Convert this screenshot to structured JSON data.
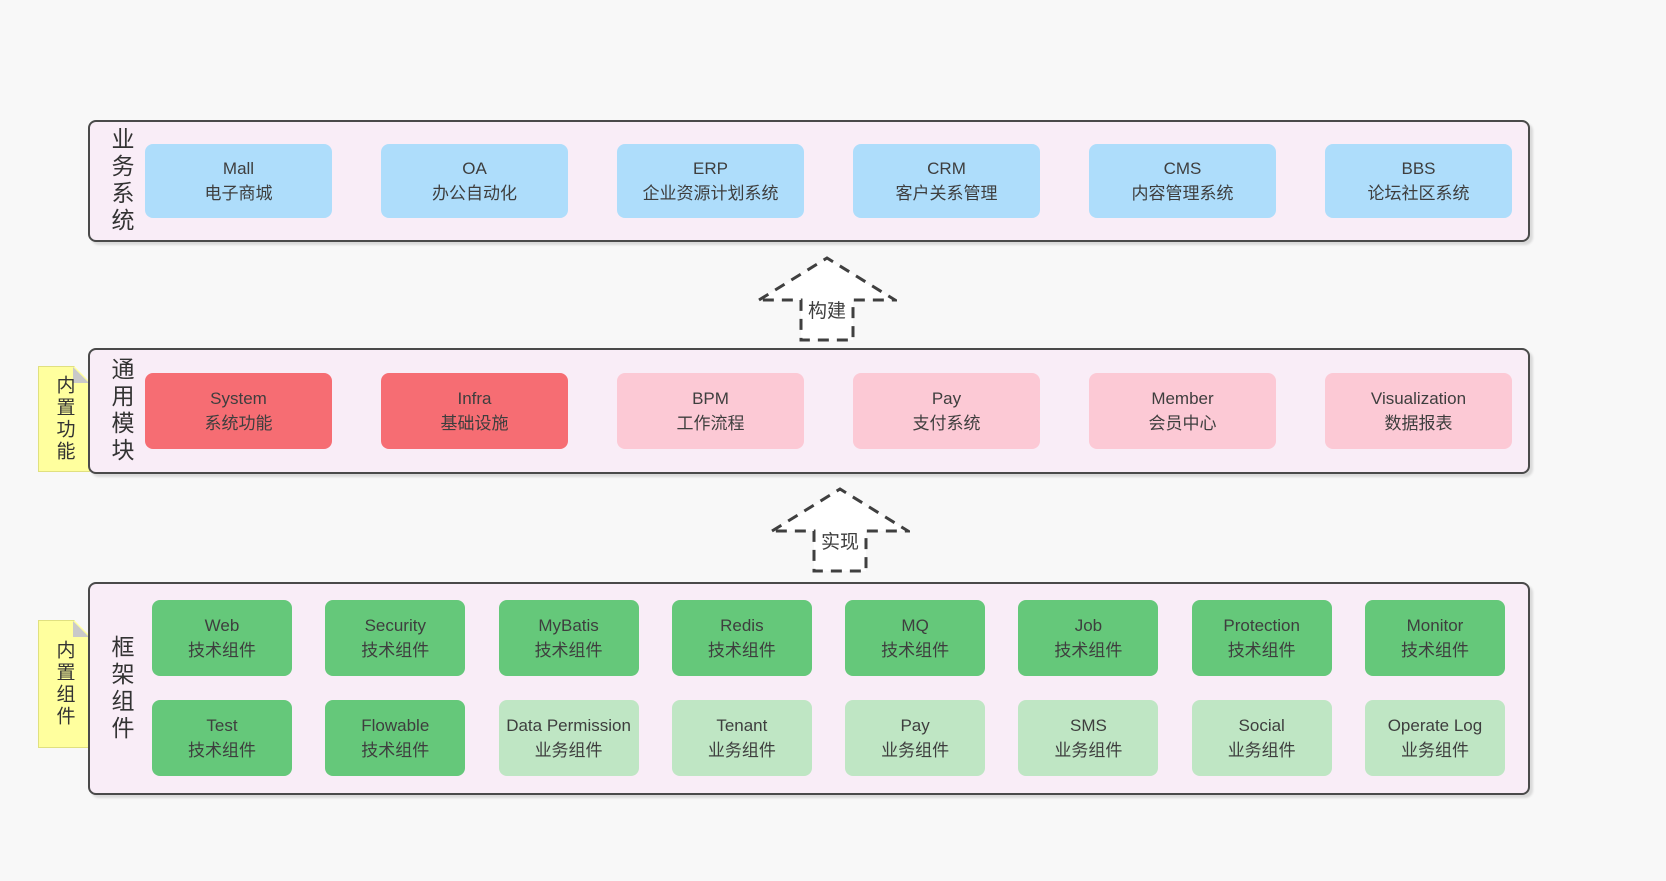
{
  "diagram": {
    "sections": [
      {
        "label": "业务系统",
        "boxes": [
          {
            "title": "Mall",
            "subtitle": "电子商城"
          },
          {
            "title": "OA",
            "subtitle": "办公自动化"
          },
          {
            "title": "ERP",
            "subtitle": "企业资源计划系统"
          },
          {
            "title": "CRM",
            "subtitle": "客户关系管理"
          },
          {
            "title": "CMS",
            "subtitle": "内容管理系统"
          },
          {
            "title": "BBS",
            "subtitle": "论坛社区系统"
          }
        ]
      },
      {
        "label": "通用模块",
        "note": "内置功能",
        "boxes": [
          {
            "title": "System",
            "subtitle": "系统功能"
          },
          {
            "title": "Infra",
            "subtitle": "基础设施"
          },
          {
            "title": "BPM",
            "subtitle": "工作流程"
          },
          {
            "title": "Pay",
            "subtitle": "支付系统"
          },
          {
            "title": "Member",
            "subtitle": "会员中心"
          },
          {
            "title": "Visualization",
            "subtitle": "数据报表"
          }
        ]
      },
      {
        "label": "框架组件",
        "note": "内置组件",
        "row1": [
          {
            "title": "Web",
            "subtitle": "技术组件"
          },
          {
            "title": "Security",
            "subtitle": "技术组件"
          },
          {
            "title": "MyBatis",
            "subtitle": "技术组件"
          },
          {
            "title": "Redis",
            "subtitle": "技术组件"
          },
          {
            "title": "MQ",
            "subtitle": "技术组件"
          },
          {
            "title": "Job",
            "subtitle": "技术组件"
          },
          {
            "title": "Protection",
            "subtitle": "技术组件"
          },
          {
            "title": "Monitor",
            "subtitle": "技术组件"
          }
        ],
        "row2": [
          {
            "title": "Test",
            "subtitle": "技术组件"
          },
          {
            "title": "Flowable",
            "subtitle": "技术组件"
          },
          {
            "title": "Data Permission",
            "subtitle": "业务组件"
          },
          {
            "title": "Tenant",
            "subtitle": "业务组件"
          },
          {
            "title": "Pay",
            "subtitle": "业务组件"
          },
          {
            "title": "SMS",
            "subtitle": "业务组件"
          },
          {
            "title": "Social",
            "subtitle": "业务组件"
          },
          {
            "title": "Operate Log",
            "subtitle": "业务组件"
          }
        ]
      }
    ],
    "arrows": [
      {
        "label": "构建"
      },
      {
        "label": "实现"
      }
    ],
    "colors": {
      "background": "#f8f8f8",
      "container_fill": "#f9edf7",
      "container_border": "#4a4a4a",
      "blue_box": "#aeddfb",
      "red_box": "#f66d73",
      "pink_box": "#fcc9d5",
      "green_box": "#65c87a",
      "light_green_box": "#bfe6c4",
      "note_yellow": "#ffff9e",
      "text": "#3e3e3e"
    }
  }
}
